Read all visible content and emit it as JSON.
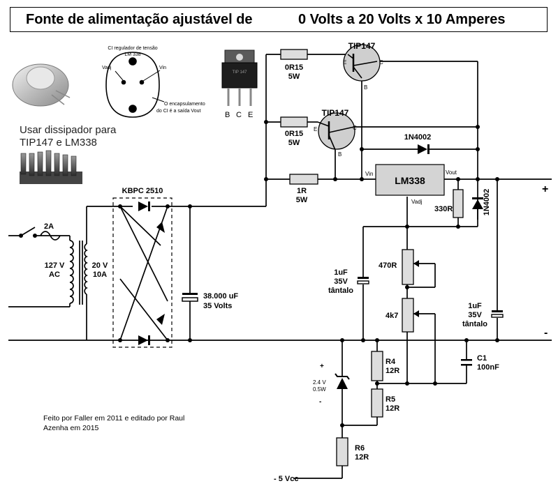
{
  "title": {
    "left": "Fonte de alimentação ajustável de",
    "right": "0 Volts a 20 Volts x 10 Amperes"
  },
  "pinout": {
    "header_line1": "CI regulador de tensão",
    "header_line2": "LM 338",
    "vadj": "Vadj",
    "vin": "Vin",
    "note_line1": "O encapsulamento",
    "note_line2": "do CI é a saída Vout"
  },
  "to220_pins": [
    "B",
    "C",
    "E"
  ],
  "to220_marking": "TIP 147",
  "heatsink_note": {
    "line1": "Usar dissipador para",
    "line2": "TIP147 e LM338"
  },
  "transistors": [
    {
      "name": "TIP147",
      "e": "E",
      "c": "C",
      "b": "B"
    },
    {
      "name": "TIP147",
      "e": "E",
      "c": "C",
      "b": "B"
    }
  ],
  "resistors": {
    "r_top": {
      "value": "0R15",
      "power": "5W"
    },
    "r_mid": {
      "value": "0R15",
      "power": "5W"
    },
    "r_1r": {
      "value": "1R",
      "power": "5W"
    },
    "r_330": "330R",
    "r_470": "470R",
    "r_4k7": "4k7",
    "r4": {
      "name": "R4",
      "value": "12R"
    },
    "r5": {
      "name": "R5",
      "value": "12R"
    },
    "r6": {
      "name": "R6",
      "value": "12R"
    }
  },
  "diodes": {
    "d_top": "1N4002",
    "d_out": "1N4002"
  },
  "regulator": {
    "name": "LM338",
    "vin": "Vin",
    "vout": "Vout",
    "vadj": "Vadj"
  },
  "bridge": "KBPC 2510",
  "fuse": "2A",
  "transformer": {
    "primary_v": "127 V",
    "primary_type": "AC",
    "secondary_v": "20 V",
    "secondary_a": "10A"
  },
  "capacitors": {
    "main": {
      "value": "38.000 uF",
      "voltage": "35 Volts"
    },
    "cap_mid": {
      "value": "1uF",
      "voltage": "35V",
      "type": "tântalo"
    },
    "cap_out": {
      "value": "1uF",
      "voltage": "35V",
      "type": "tântalo"
    },
    "c1": {
      "name": "C1",
      "value": "100nF"
    }
  },
  "zener": {
    "plus": "+",
    "voltage": "2.4 V",
    "power": "0.5W",
    "minus": "-"
  },
  "output": {
    "plus": "+",
    "minus": "-"
  },
  "supply": "- 5 Vcc",
  "credits": {
    "line1": "Feito por Faller em 2011 e editado por Raul",
    "line2": "Azenha em 2015"
  }
}
